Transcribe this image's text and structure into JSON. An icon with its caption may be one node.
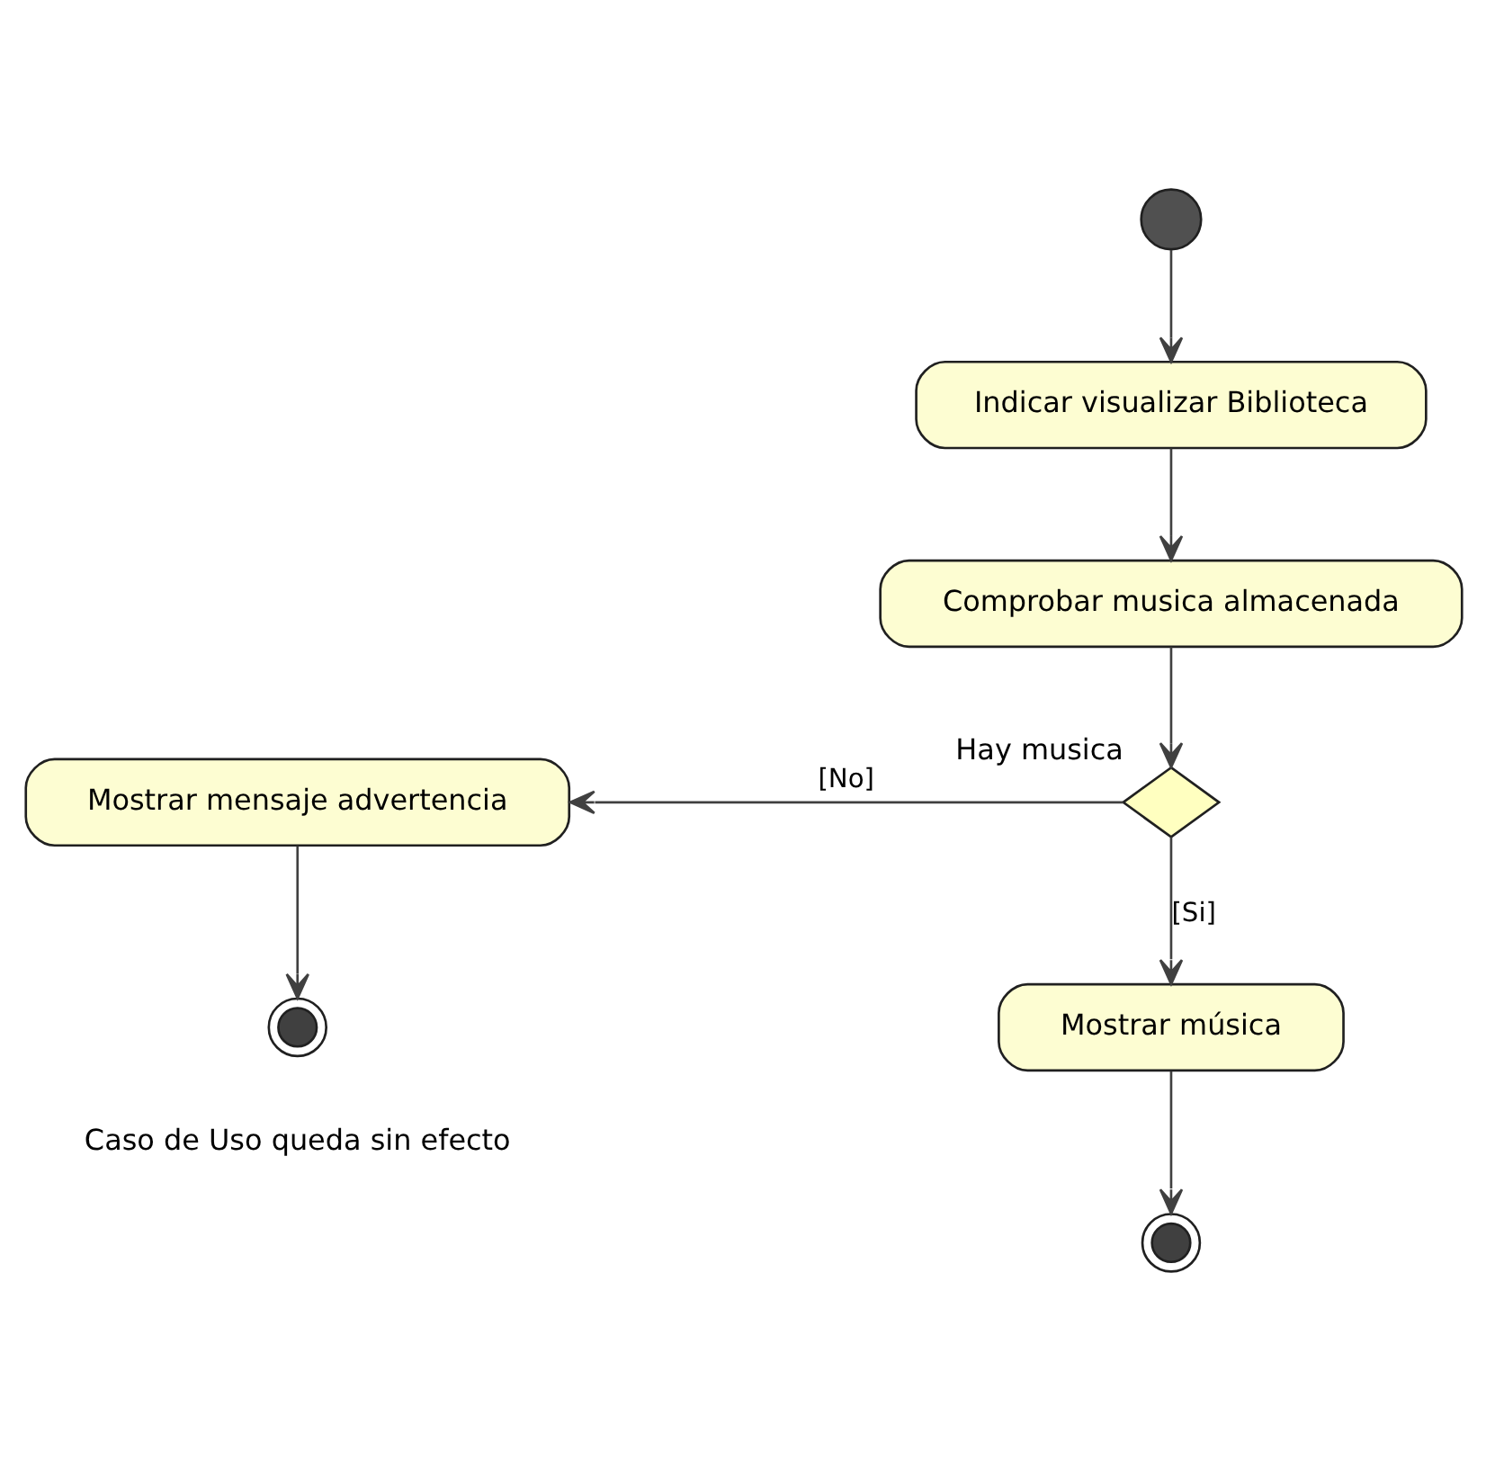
{
  "diagram": {
    "nodes": [
      {
        "text": [],
        "shape": "circle"
      },
      {
        "text": [
          "Indicar visualizar Biblioteca"
        ]
      },
      {
        "text": [
          "Comprobar musica almacenada"
        ]
      },
      {
        "text": [],
        "shape": "diamond",
        "beside": [
          "Hay musica"
        ]
      },
      {
        "text": [
          "Mostrar mensaje advertencia"
        ]
      },
      {
        "text": [
          "Mostrar música"
        ]
      },
      {
        "text": [],
        "shape": "circle",
        "beside": [
          "Caso de Uso queda sin efecto"
        ]
      },
      {
        "text": [],
        "shape": "circle"
      }
    ],
    "edges": [
      {
        "from": 0,
        "to": 1,
        "arrow": "to"
      },
      {
        "from": 1,
        "to": 2,
        "arrow": "to"
      },
      {
        "from": 2,
        "to": 3,
        "arrow": "to"
      },
      {
        "from": 3,
        "to": 4,
        "arrow": "to",
        "label": "[No]"
      },
      {
        "from": 3,
        "to": 5,
        "arrow": "to",
        "label": "[Si]"
      },
      {
        "from": 4,
        "to": 6,
        "arrow": "to"
      },
      {
        "from": 5,
        "to": 7,
        "arrow": "to"
      }
    ]
  }
}
